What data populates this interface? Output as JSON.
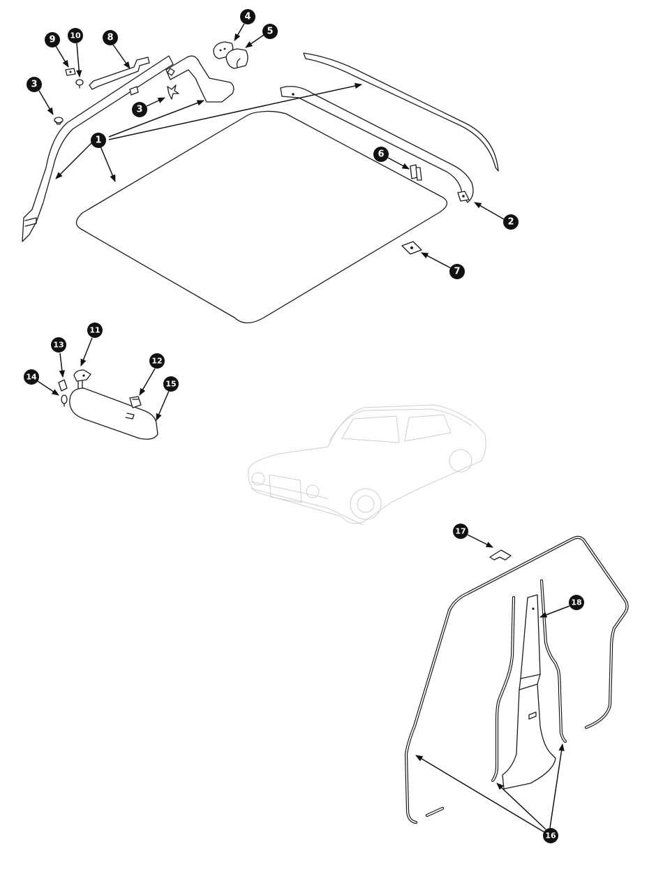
{
  "callouts": [
    {
      "id": "c1",
      "label": "1"
    },
    {
      "id": "c2",
      "label": "2"
    },
    {
      "id": "c3a",
      "label": "3"
    },
    {
      "id": "c3b",
      "label": "3"
    },
    {
      "id": "c4",
      "label": "4"
    },
    {
      "id": "c5",
      "label": "5"
    },
    {
      "id": "c6",
      "label": "6"
    },
    {
      "id": "c7",
      "label": "7"
    },
    {
      "id": "c8",
      "label": "8"
    },
    {
      "id": "c9",
      "label": "9"
    },
    {
      "id": "c10",
      "label": "10"
    },
    {
      "id": "c11",
      "label": "11"
    },
    {
      "id": "c12",
      "label": "12"
    },
    {
      "id": "c13",
      "label": "13"
    },
    {
      "id": "c14",
      "label": "14"
    },
    {
      "id": "c15",
      "label": "15"
    },
    {
      "id": "c16",
      "label": "16"
    },
    {
      "id": "c17",
      "label": "17"
    },
    {
      "id": "c18",
      "label": "18"
    }
  ],
  "colors": {
    "line": "#1a1a1a",
    "callout_fill": "#111111",
    "callout_text": "#ffffff",
    "car_watermark": "#cfcfcf"
  }
}
